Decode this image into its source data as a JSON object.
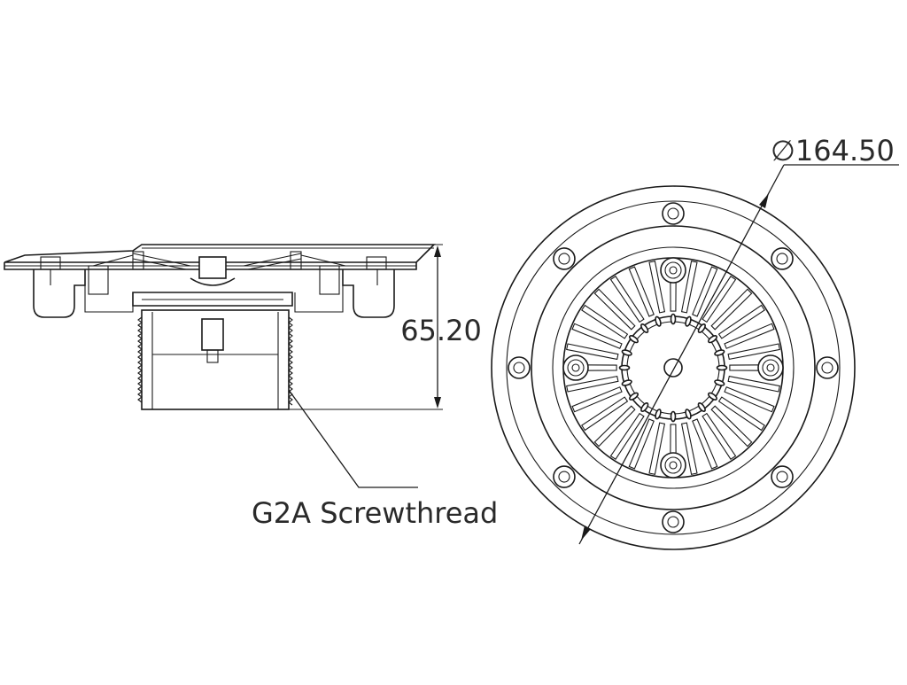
{
  "dimensions": {
    "height_label": "65.20",
    "diameter_label": "∅164.50"
  },
  "callouts": {
    "thread_label": "G2A Screwthread"
  }
}
